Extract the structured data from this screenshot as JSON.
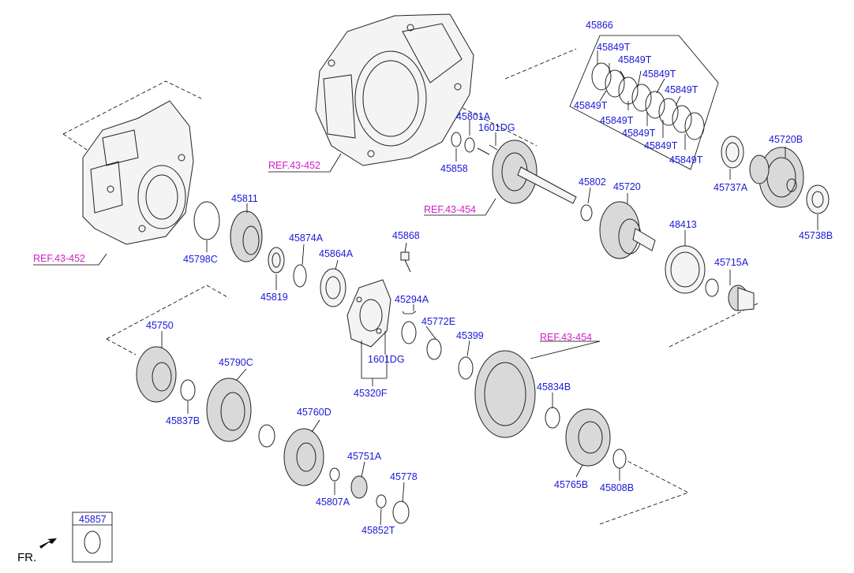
{
  "labels": {
    "p45866": "45866",
    "p45849T_1": "45849T",
    "p45849T_2": "45849T",
    "p45849T_3": "45849T",
    "p45849T_4": "45849T",
    "p45849T_5": "45849T",
    "p45849T_6": "45849T",
    "p45849T_7": "45849T",
    "p45849T_8": "45849T",
    "p45849T_9": "45849T",
    "p45801A": "45801A",
    "p1601DG_a": "1601DG",
    "p45858": "45858",
    "p45720B": "45720B",
    "p45737A": "45737A",
    "p45738B": "45738B",
    "p45802": "45802",
    "p45720": "45720",
    "p48413": "48413",
    "p45715A": "45715A",
    "p45811": "45811",
    "p45798C": "45798C",
    "p45874A": "45874A",
    "p45864A": "45864A",
    "p45819": "45819",
    "p45868": "45868",
    "p45294A": "45294A",
    "p45772E": "45772E",
    "p45399": "45399",
    "p1601DG_b": "1601DG",
    "p45320F": "45320F",
    "p45750": "45750",
    "p45790C": "45790C",
    "p45837B": "45837B",
    "p45760D": "45760D",
    "p45751A": "45751A",
    "p45778": "45778",
    "p45807A": "45807A",
    "p45852T": "45852T",
    "p45834B": "45834B",
    "p45765B": "45765B",
    "p45808B": "45808B",
    "p45857": "45857"
  },
  "refs": {
    "ref_452_top": "REF.43-452",
    "ref_452_left": "REF.43-452",
    "ref_454_shaft": "REF.43-454",
    "ref_454_gear": "REF.43-454"
  },
  "front_indicator": "FR.",
  "colors": {
    "part_number": "#1a1ad8",
    "reference": "#d020c8"
  }
}
